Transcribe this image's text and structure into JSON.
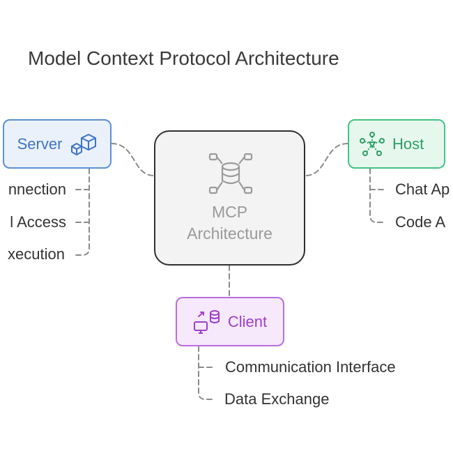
{
  "title": "Model Context Protocol Architecture",
  "center": {
    "line1": "MCP",
    "line2": "Architecture"
  },
  "server": {
    "label": "Server",
    "icon": "cubes-icon",
    "color": "#5b8fd3",
    "items": [
      "nnection",
      "l Access",
      "xecution"
    ]
  },
  "host": {
    "label": "Host",
    "icon": "network-icon",
    "color": "#45c283",
    "items": [
      "Chat Ap",
      "Code A"
    ]
  },
  "client": {
    "label": "Client",
    "icon": "computer-database-icon",
    "color": "#b86de0",
    "items": [
      "Communication Interface",
      "Data Exchange"
    ]
  }
}
